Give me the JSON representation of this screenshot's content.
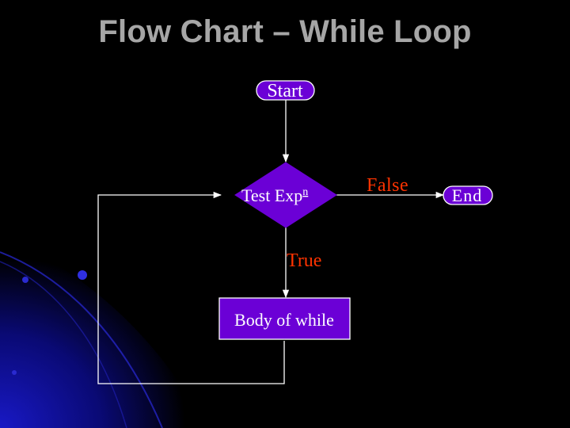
{
  "slide": {
    "title": "Flow Chart – While Loop"
  },
  "flowchart": {
    "start_label": "Start",
    "condition_label": "Test Exp",
    "condition_superscript": "n",
    "body_label": "Body of while",
    "true_label": "True",
    "false_label": "False",
    "end_label": "End"
  },
  "colors": {
    "background": "#000000",
    "title": "#a6a6a6",
    "node_fill": "#6b00d6",
    "node_stroke": "#ffffff",
    "edge_label": "#ff3300",
    "node_text": "#ffffff",
    "decor_blue": "#1a1aa8"
  }
}
